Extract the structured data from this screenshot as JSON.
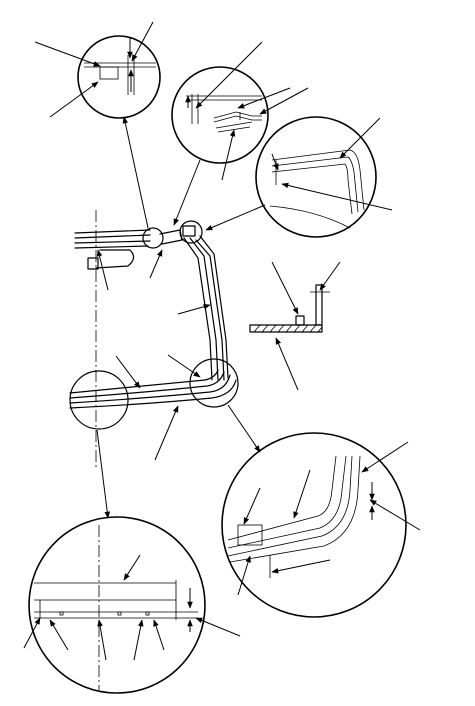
{
  "figure": {
    "background": "#ffffff",
    "ink": "#000000",
    "detail_views": [
      {
        "id": "top-left",
        "label": ""
      },
      {
        "id": "top-middle",
        "label": ""
      },
      {
        "id": "top-right",
        "label": ""
      },
      {
        "id": "bottom-right",
        "label": ""
      },
      {
        "id": "bottom-left",
        "label": ""
      }
    ],
    "section_view": {
      "id": "flange-section",
      "label": ""
    }
  }
}
